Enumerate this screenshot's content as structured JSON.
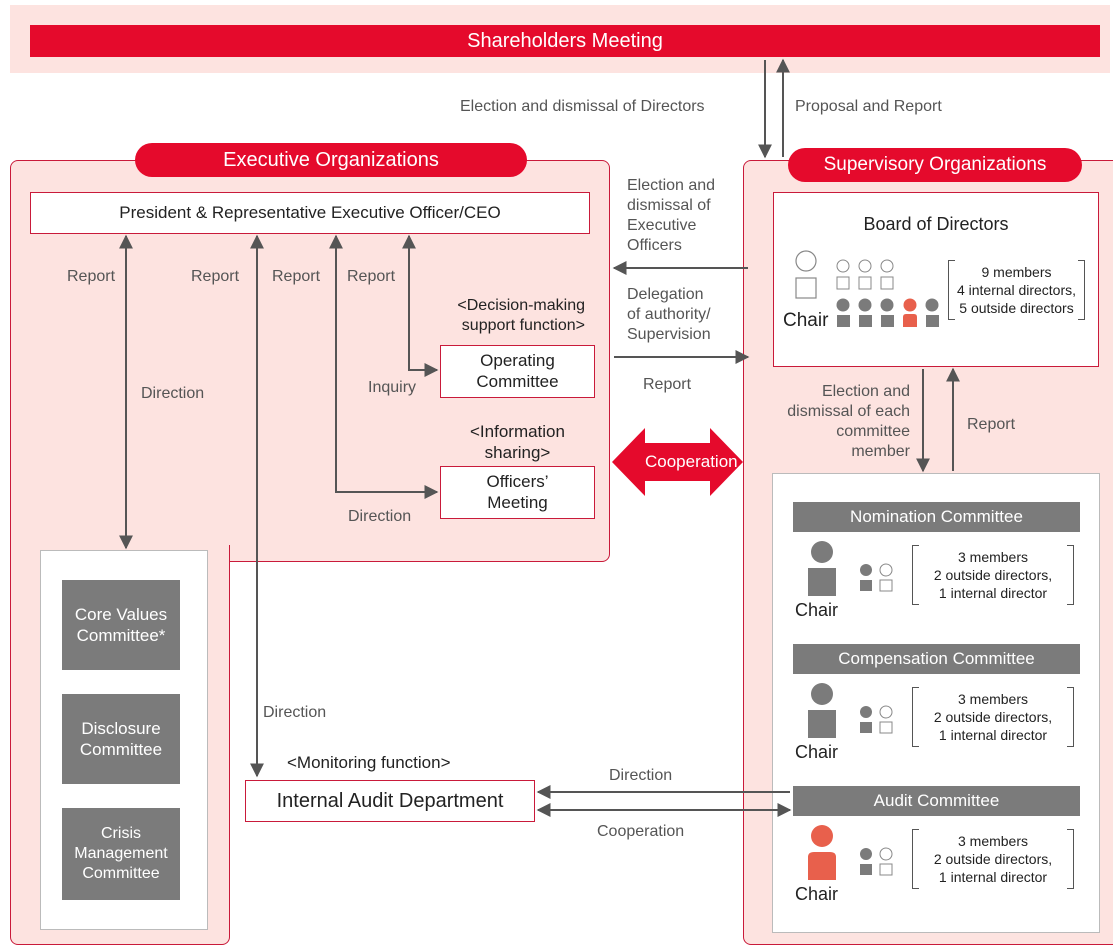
{
  "shareholders": {
    "title": "Shareholders Meeting"
  },
  "top_labels": {
    "election_directors": "Election and dismissal of Directors",
    "proposal_report": "Proposal and Report"
  },
  "executive": {
    "title": "Executive Organizations",
    "ceo": "President & Representative Executive Officer/CEO",
    "report_labels": [
      "Report",
      "Report",
      "Report",
      "Report"
    ],
    "direction_left": "Direction",
    "decision_support": [
      "<Decision-making",
      "support function>"
    ],
    "operating_committee": [
      "Operating",
      "Committee"
    ],
    "inquiry": "Inquiry",
    "info_sharing": [
      "<Information",
      "sharing>"
    ],
    "officers_meeting": [
      "Officers’",
      "Meeting"
    ],
    "direction_officers": "Direction",
    "committees": [
      [
        "Core Values",
        "Committee*"
      ],
      [
        "Disclosure",
        "Committee"
      ],
      [
        "Crisis",
        "Management",
        "Committee"
      ]
    ],
    "direction_audit": "Direction",
    "monitoring": "<Monitoring function>",
    "internal_audit": "Internal Audit Department"
  },
  "middle": {
    "election_officers": [
      "Election and",
      "dismissal of",
      "Executive",
      "Officers"
    ],
    "delegation": [
      "Delegation",
      "of authority/",
      "Supervision"
    ],
    "report": "Report",
    "cooperation": "Cooperation",
    "direction": "Direction",
    "cooperation_bottom": "Cooperation"
  },
  "supervisory": {
    "title": "Supervisory Organizations",
    "board": {
      "title": "Board of Directors",
      "chair": "Chair",
      "members": [
        "9 members",
        "4 internal directors,",
        "5 outside directors"
      ]
    },
    "election_committee": [
      "Election and",
      "dismissal of each",
      "committee",
      "member"
    ],
    "report": "Report",
    "committees": [
      {
        "name": "Nomination Committee",
        "chair": "Chair",
        "members": [
          "3 members",
          "2 outside directors,",
          "1 internal director"
        ],
        "chair_color": "#7b7b7b"
      },
      {
        "name": "Compensation Committee",
        "chair": "Chair",
        "members": [
          "3 members",
          "2 outside directors,",
          "1 internal director"
        ],
        "chair_color": "#7b7b7b"
      },
      {
        "name": "Audit Committee",
        "chair": "Chair",
        "members": [
          "3 members",
          "2 outside directors,",
          "1 internal director"
        ],
        "chair_color": "#e8604c"
      }
    ]
  },
  "colors": {
    "brand_red": "#e50a2c",
    "panel_pink": "#fde3e0",
    "gray": "#7b7b7b",
    "chair_red": "#e8604c"
  }
}
